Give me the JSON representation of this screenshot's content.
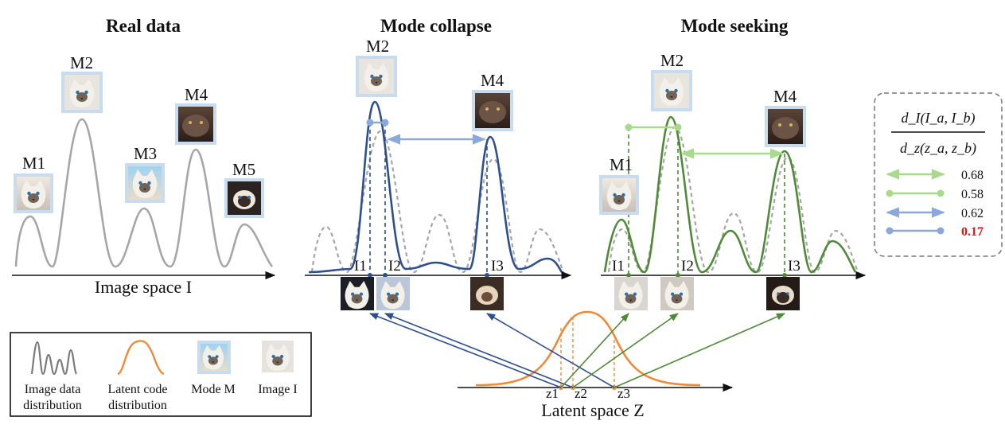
{
  "panels": {
    "real": {
      "title": "Real data",
      "axis_label": "Image space I",
      "modes": [
        "M1",
        "M2",
        "M3",
        "M4",
        "M5"
      ]
    },
    "collapse": {
      "title": "Mode collapse",
      "modes": [
        "M2",
        "M4"
      ],
      "images": [
        "I1",
        "I2",
        "I3"
      ]
    },
    "seeking": {
      "title": "Mode seeking",
      "modes": [
        "M1",
        "M2",
        "M4"
      ],
      "images": [
        "I1",
        "I2",
        "I3"
      ]
    }
  },
  "latent": {
    "axis_label": "Latent space Z",
    "codes": [
      "z1",
      "z2",
      "z3"
    ]
  },
  "ratio_box": {
    "numerator": "d_I(I_a, I_b)",
    "denominator": "d_z(z_a, z_b)",
    "rows": [
      {
        "style": "arrow",
        "color": "#a8d98c",
        "value": "0.68",
        "highlight": false
      },
      {
        "style": "dot",
        "color": "#a8d98c",
        "value": "0.58",
        "highlight": false
      },
      {
        "style": "arrow",
        "color": "#8aa8dc",
        "value": "0.62",
        "highlight": false
      },
      {
        "style": "dot",
        "color": "#8aa8dc",
        "value": "0.17",
        "highlight": true
      }
    ]
  },
  "legend": {
    "items": [
      {
        "icon": "image-data-distribution-icon",
        "label_lines": [
          "Image data",
          "distribution"
        ]
      },
      {
        "icon": "latent-code-distribution-icon",
        "label_lines": [
          "Latent code",
          "distribution"
        ]
      },
      {
        "icon": "mode-icon",
        "label_lines": [
          "Mode M"
        ]
      },
      {
        "icon": "image-icon",
        "label_lines": [
          "Image I"
        ]
      }
    ]
  },
  "colors": {
    "real_curve": "#a6a6a6",
    "collapse_curve": "#2e4f8f",
    "seeking_curve": "#4f8a36",
    "dashed_curve": "#a6a6a6",
    "latent_curve": "#ef8a3a",
    "collapse_light": "#8aa8dc",
    "seeking_light": "#a8d98c",
    "axis": "#111111",
    "mode_frame": "#c9dbef"
  }
}
